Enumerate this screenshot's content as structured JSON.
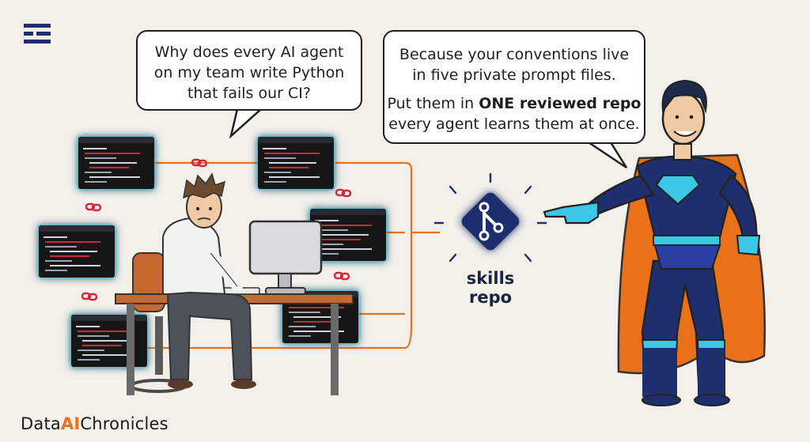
{
  "speech": {
    "question_line1": "Why does every AI agent",
    "question_line2": "on my team write Python",
    "question_line3": "that fails our CI?",
    "answer_line1": "Because your conventions live",
    "answer_line2": "in five private prompt files.",
    "answer_line3_prefix": "Put them in ",
    "answer_line3_bold": "ONE reviewed repo",
    "answer_line4": "every agent learns them at once."
  },
  "repo": {
    "label": "skills repo",
    "icon": "git-branch-icon"
  },
  "brand": {
    "part1": "Data",
    "part2": "AI",
    "part3": "Chronicles"
  },
  "colors": {
    "background": "#f3efe9",
    "orange": "#e8711a",
    "navy": "#1f2f6e",
    "cyan": "#3cc6e8",
    "red": "#d0283e"
  }
}
